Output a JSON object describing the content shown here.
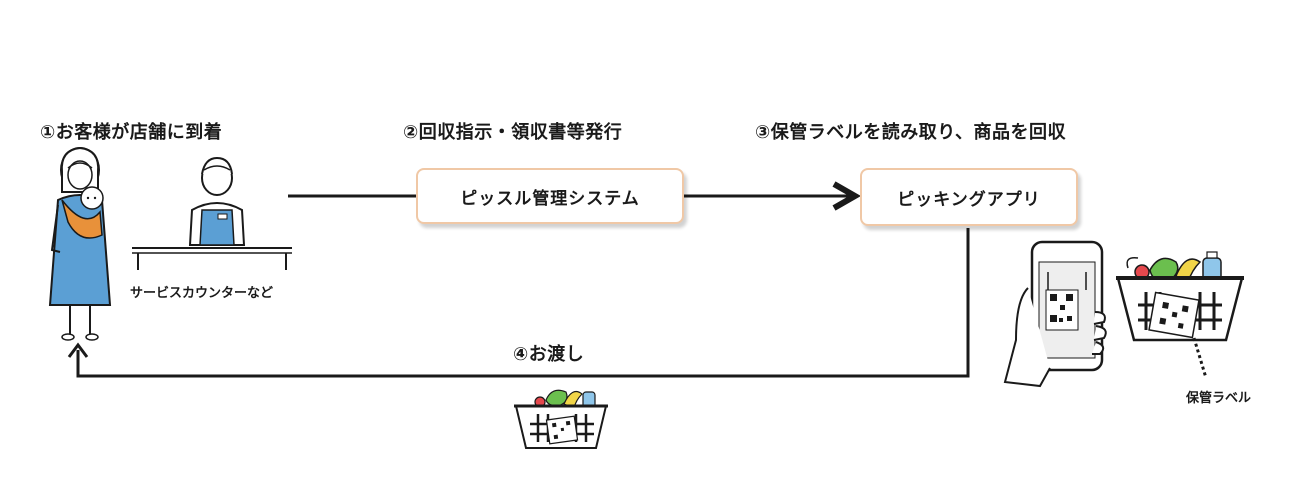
{
  "steps": {
    "step1": "①お客様が店舗に到着",
    "step2": "②回収指示・領収書等発行",
    "step3": "③保管ラベルを読み取り、商品を回収",
    "step4": "④お渡し"
  },
  "boxes": {
    "system": "ピッスル管理システム",
    "app": "ピッキングアプリ"
  },
  "labels": {
    "counter": "サービスカウンターなど",
    "storage_label": "保管ラベル"
  },
  "colors": {
    "box_border": "#f0c8a6",
    "clothing_blue": "#5b9fd4",
    "sling_orange": "#e8913a",
    "line": "#1a1a1a"
  },
  "icons": [
    "customer-with-baby-icon",
    "staff-at-counter-icon",
    "smartphone-qr-scan-icon",
    "shopping-basket-icon"
  ]
}
